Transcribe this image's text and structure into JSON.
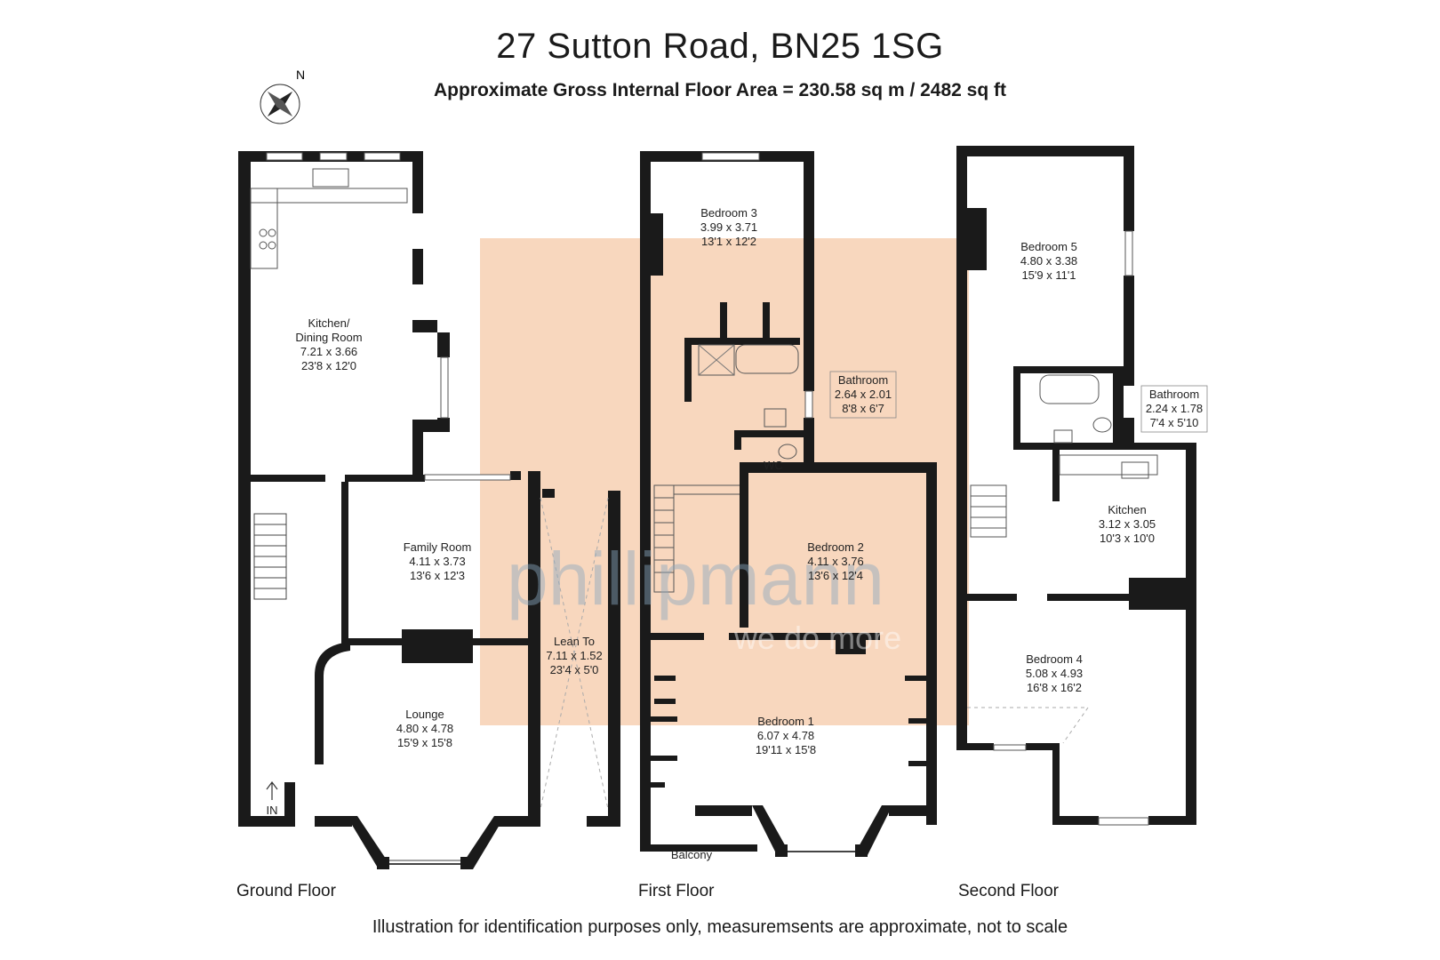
{
  "header": {
    "title": "27 Sutton Road, BN25 1SG",
    "subtitle": "Approximate Gross Internal Floor Area = 230.58 sq m / 2482 sq ft"
  },
  "compass": {
    "label": "N",
    "icon": "compass-rose-icon"
  },
  "floors": {
    "ground": "Ground Floor",
    "first": "First Floor",
    "second": "Second Floor"
  },
  "rooms": {
    "kitchen_dining": {
      "name1": "Kitchen/",
      "name2": "Dining Room",
      "metric": "7.21 x 3.66",
      "imperial": "23'8 x 12'0"
    },
    "family": {
      "name": "Family Room",
      "metric": "4.11 x 3.73",
      "imperial": "13'6 x 12'3"
    },
    "lounge": {
      "name": "Lounge",
      "metric": "4.80 x 4.78",
      "imperial": "15'9 x 15'8"
    },
    "lean_to": {
      "name": "Lean To",
      "metric": "7.11 x 1.52",
      "imperial": "23'4 x 5'0"
    },
    "bedroom3": {
      "name": "Bedroom 3",
      "metric": "3.99 x 3.71",
      "imperial": "13'1 x 12'2"
    },
    "bathroom1": {
      "name": "Bathroom",
      "metric": "2.64 x 2.01",
      "imperial": "8'8 x 6'7"
    },
    "wc": {
      "name": "WC"
    },
    "bedroom2": {
      "name": "Bedroom 2",
      "metric": "4.11 x 3.76",
      "imperial": "13'6 x 12'4"
    },
    "bedroom1": {
      "name": "Bedroom 1",
      "metric": "6.07 x 4.78",
      "imperial": "19'11 x 15'8"
    },
    "balcony": {
      "name": "Balcony"
    },
    "bedroom5": {
      "name": "Bedroom 5",
      "metric": "4.80 x 3.38",
      "imperial": "15'9 x 11'1"
    },
    "bathroom2": {
      "name": "Bathroom",
      "metric": "2.24 x 1.78",
      "imperial": "7'4 x 5'10"
    },
    "kitchen2": {
      "name": "Kitchen",
      "metric": "3.12 x 3.05",
      "imperial": "10'3 x 10'0"
    },
    "bedroom4": {
      "name": "Bedroom 4",
      "metric": "5.08 x 4.93",
      "imperial": "16'8 x 16'2"
    }
  },
  "entrance": {
    "label": "IN"
  },
  "watermark": {
    "brand": "phillipmann",
    "tagline": "we do more",
    "color": "#f4b48c"
  },
  "footer": {
    "note": "Illustration for identification purposes only, measuremsents are approximate, not to scale"
  }
}
